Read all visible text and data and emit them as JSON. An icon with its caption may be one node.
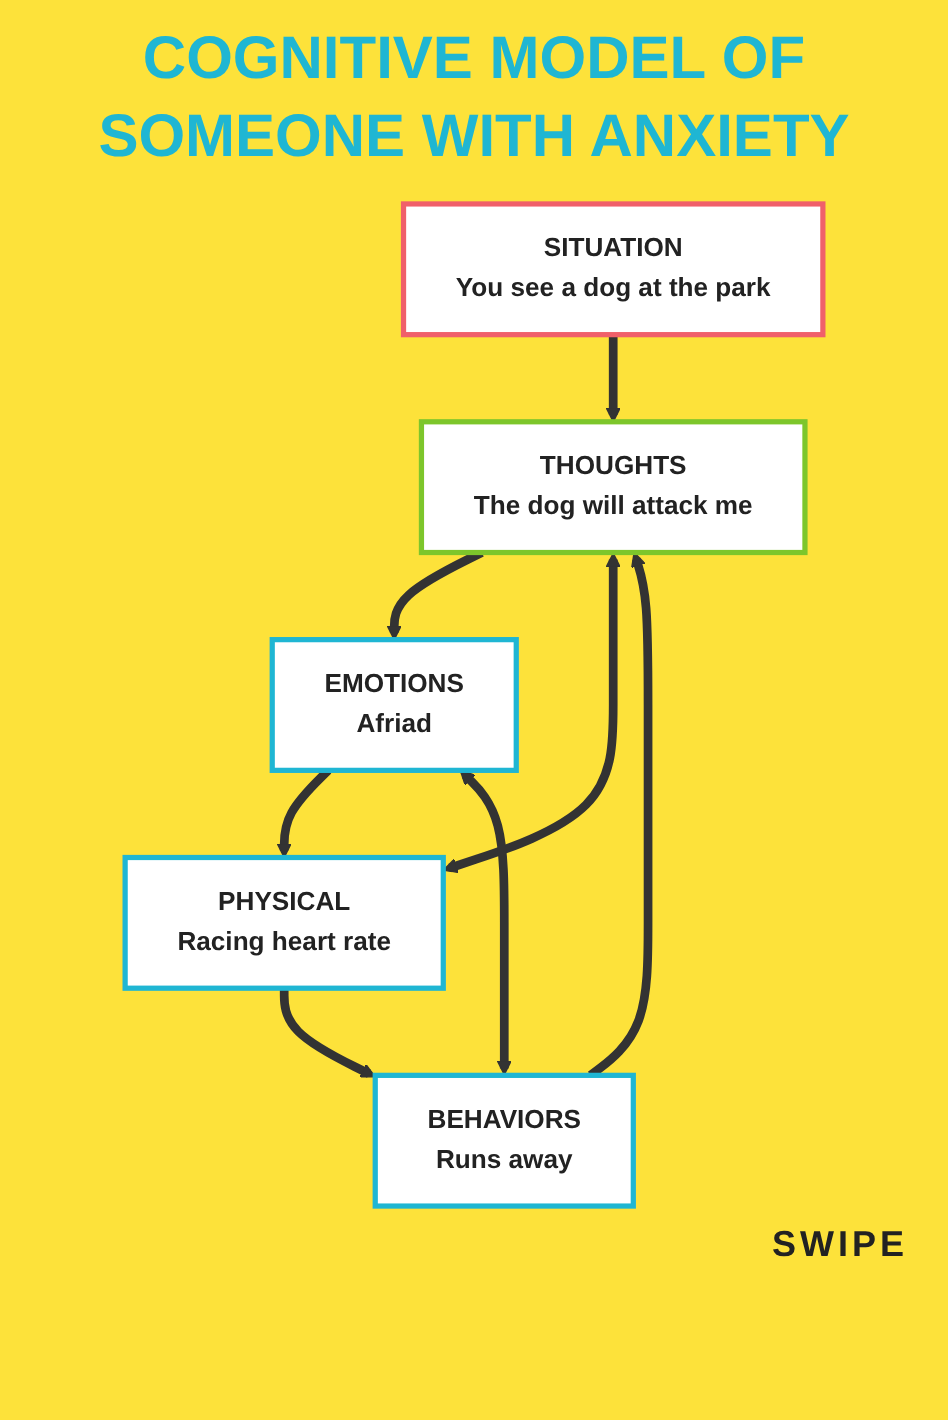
{
  "diagram": {
    "title": "COGNITIVE MODEL OF SOMEONE WITH ANXIETY",
    "nodes": [
      {
        "text": [
          "SITUATION",
          "You see a dog at the park"
        ]
      },
      {
        "text": [
          "THOUGHTS",
          "The dog will attack me"
        ]
      },
      {
        "text": [
          "BEHAVIORS",
          "Runs away"
        ]
      },
      {
        "text": [
          "EMOTIONS",
          "Afriad"
        ]
      },
      {
        "text": [
          "PHYSICAL",
          "Racing heart rate"
        ]
      }
    ],
    "edges": [
      {
        "from": 0,
        "to": 1,
        "arrow": "to"
      },
      {
        "from": 1,
        "to": 3,
        "arrow": "to"
      },
      {
        "from": 3,
        "to": 4,
        "arrow": "to"
      },
      {
        "from": 4,
        "to": 2,
        "arrow": "to"
      },
      {
        "from": 2,
        "to": 1,
        "arrow": "to"
      },
      {
        "from": 1,
        "to": 4,
        "arrow": "both"
      },
      {
        "from": 2,
        "to": 3,
        "arrow": "both"
      }
    ],
    "labels": [
      "SWIPE"
    ]
  }
}
